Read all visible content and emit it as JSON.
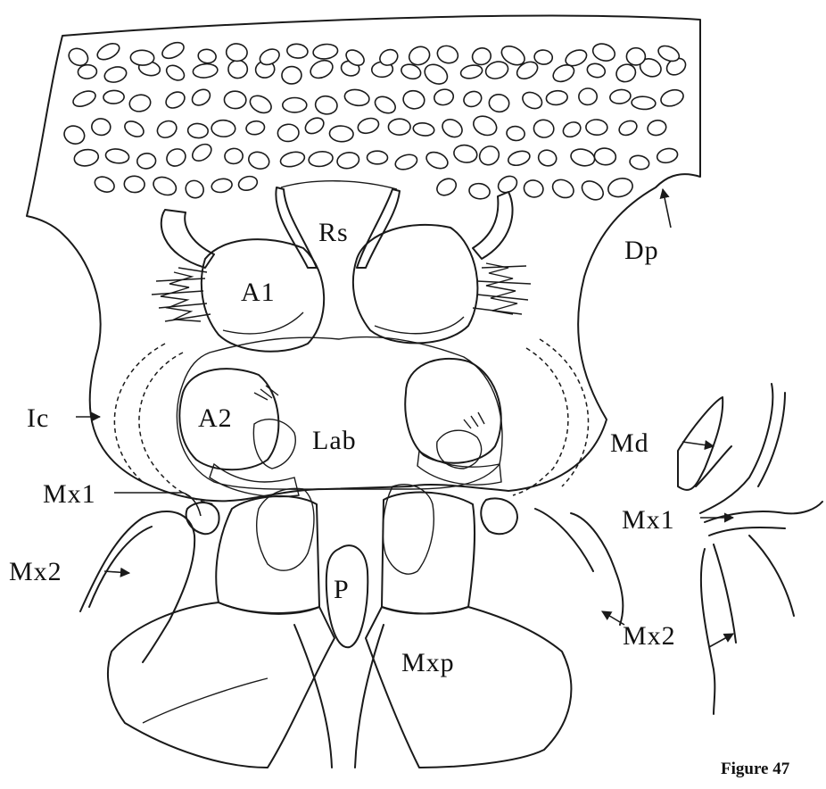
{
  "figure": {
    "caption": "Figure 47",
    "labels": {
      "dp": "Dp",
      "rs": "Rs",
      "a1": "A1",
      "a2": "A2",
      "ic": "Ic",
      "lab": "Lab",
      "mx1_left": "Mx1",
      "mx2_left": "Mx2",
      "p": "P",
      "mxp": "Mxp",
      "md": "Md",
      "mx1_right": "Mx1",
      "mx2_right": "Mx2"
    }
  }
}
